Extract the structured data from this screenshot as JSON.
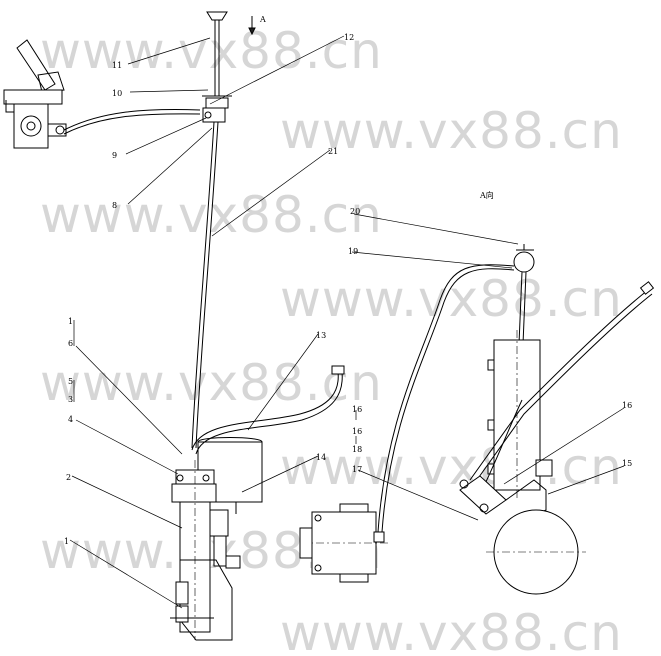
{
  "watermark": "www.vx88.cn",
  "view_label": "A向",
  "arrow_label": "A",
  "labels": {
    "l1": "1",
    "l2": "2",
    "l3": "3",
    "l4": "4",
    "l5": "5",
    "l6": "6",
    "l8": "8",
    "l9": "9",
    "l10": "10",
    "l11": "11",
    "l12": "12",
    "l13": "13",
    "l14": "14",
    "l15": "15",
    "l16": "16",
    "l17": "17",
    "l18": "18",
    "l19": "19",
    "l20": "20",
    "l21": "21"
  }
}
